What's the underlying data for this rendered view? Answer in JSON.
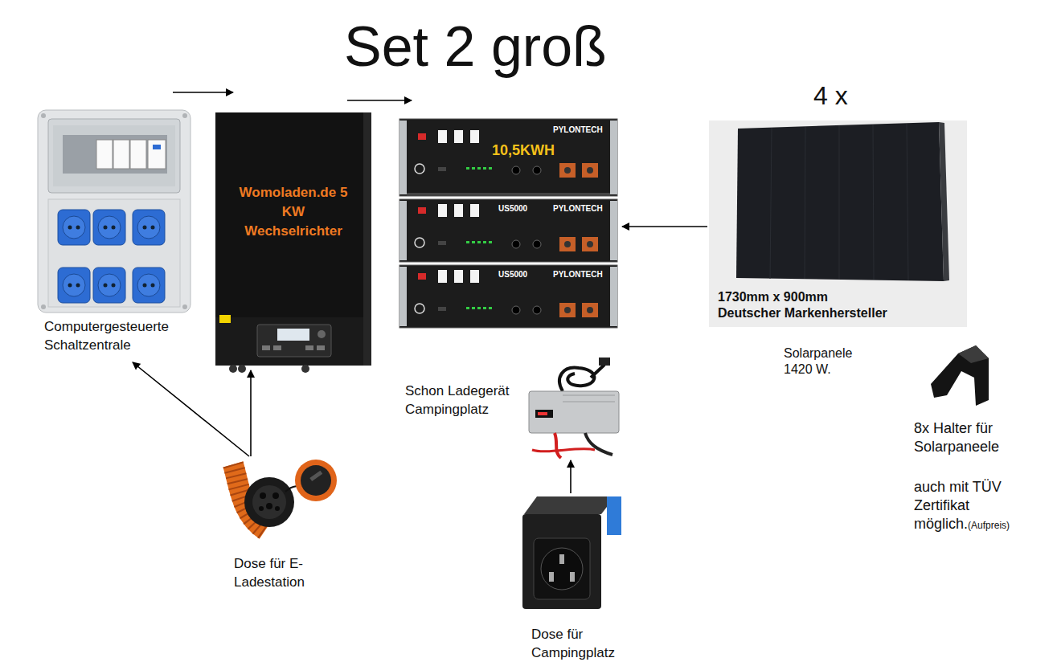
{
  "diagram": {
    "title": "Set 2 groß",
    "nodes": [
      {
        "text": [
          "Computergesteuerte Schaltzentrale"
        ]
      },
      {
        "text": [
          "Womoladen.de 5 KW Wechselrichter"
        ]
      },
      {
        "text": [
          "10,5KWH"
        ]
      },
      {
        "text": [
          "4 x",
          "1730mm x 900mm Deutscher Markenhersteller",
          "Solarpanele 1420 W."
        ]
      },
      {
        "text": [
          "Schon Ladegerät Campingplatz"
        ]
      },
      {
        "text": [
          "Dose für E- Ladestation"
        ]
      },
      {
        "text": [
          "Dose für Campingplatz"
        ]
      },
      {
        "text": [
          "8x Halter für Solarpaneele",
          "auch mit TÜV Zertifikat möglich.",
          "(Aufpreis)"
        ]
      }
    ],
    "edges": [
      {
        "from": 0,
        "to": 1,
        "arrow": "to"
      },
      {
        "from": 1,
        "to": 2,
        "arrow": "to"
      },
      {
        "from": 3,
        "to": 2,
        "arrow": "to"
      },
      {
        "from": 5,
        "to": 0,
        "arrow": "to"
      },
      {
        "from": 5,
        "to": 1,
        "arrow": "to"
      },
      {
        "from": 6,
        "to": 4,
        "arrow": "to"
      }
    ],
    "labels": [
      "US5000",
      "US5000",
      "PYLONTECH",
      "PYLONTECH",
      "PYLONTECH"
    ]
  }
}
